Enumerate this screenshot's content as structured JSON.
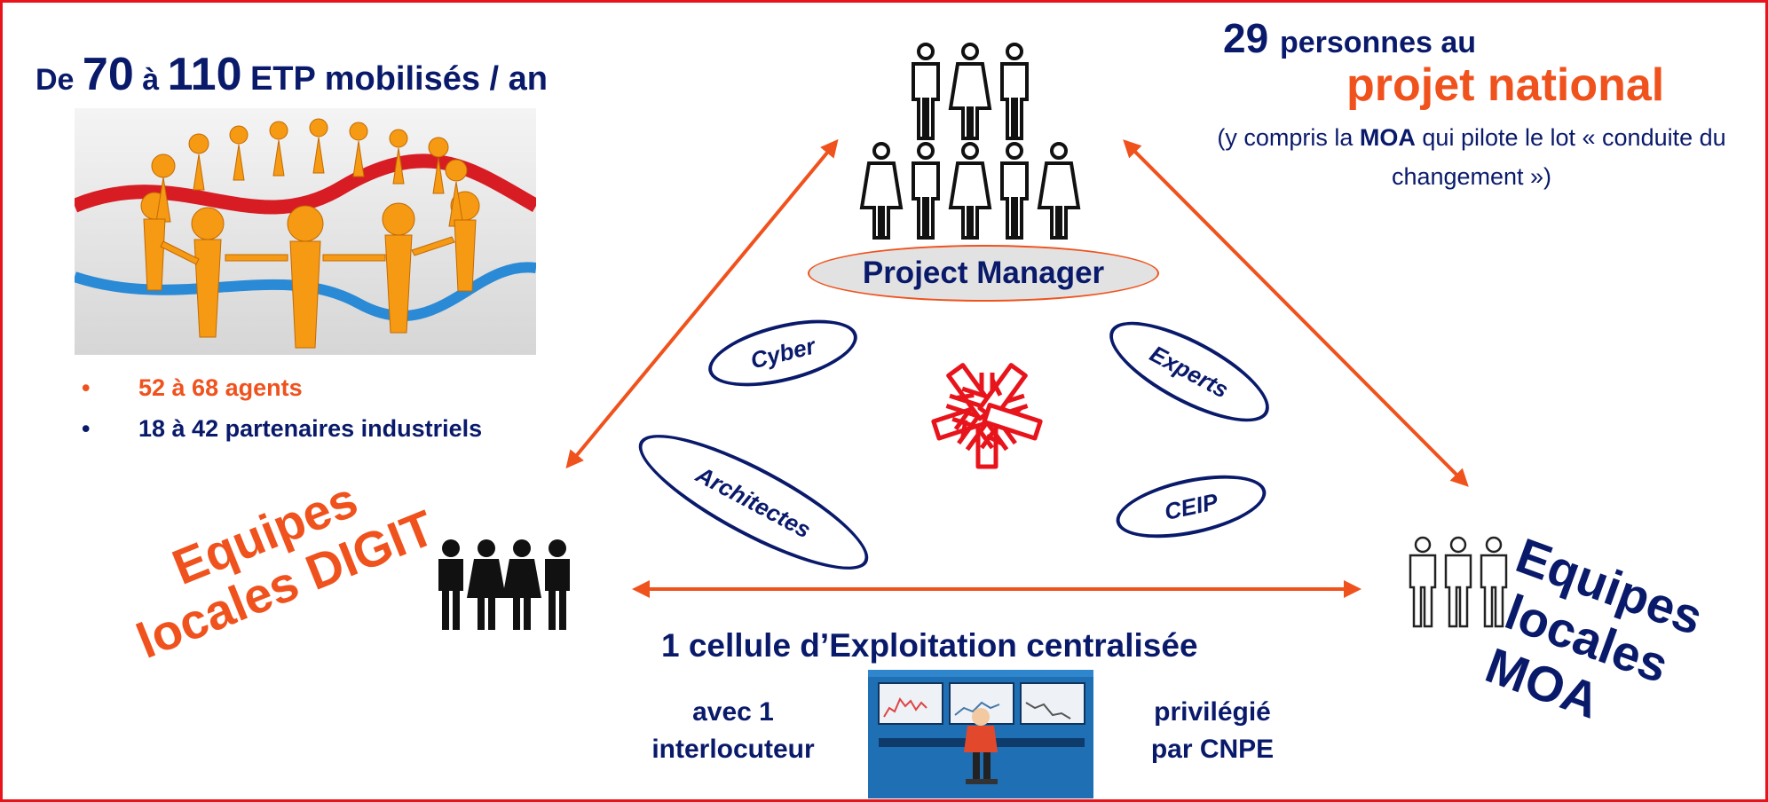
{
  "left": {
    "title_pre": "De",
    "title_n1": "70",
    "title_mid": "à",
    "title_n2": "110",
    "title_post": "ETP mobilisés / an",
    "bullets": [
      {
        "text": "52 à 68 agents",
        "color": "#f0521d"
      },
      {
        "text": "18 à 42 partenaires industriels",
        "color": "#0a1a6b"
      }
    ]
  },
  "top_right": {
    "count": "29",
    "count_label": "personnes au",
    "project": "projet national",
    "note_pre": "(y compris la",
    "note_bold": "MOA",
    "note_post": "qui pilote le lot « conduite du changement »)"
  },
  "center": {
    "project_manager": "Project Manager",
    "tags": {
      "cyber": "Cyber",
      "experts": "Experts",
      "architectes": "Architectes",
      "ceip": "CEIP"
    }
  },
  "bottom": {
    "cellule": "1 cellule d’Exploitation centralisée",
    "avec_l1": "avec 1",
    "avec_l2": "interlocuteur",
    "priv_l1": "privilégié",
    "priv_l2": "par CNPE"
  },
  "corners": {
    "digit_l1": "Equipes",
    "digit_l2": "locales DIGIT",
    "moa_l1": "Equipes",
    "moa_l2": "locales",
    "moa_l3": "MOA"
  },
  "colors": {
    "navy": "#0a1a6b",
    "orange": "#f0521d",
    "red": "#e8141c"
  }
}
